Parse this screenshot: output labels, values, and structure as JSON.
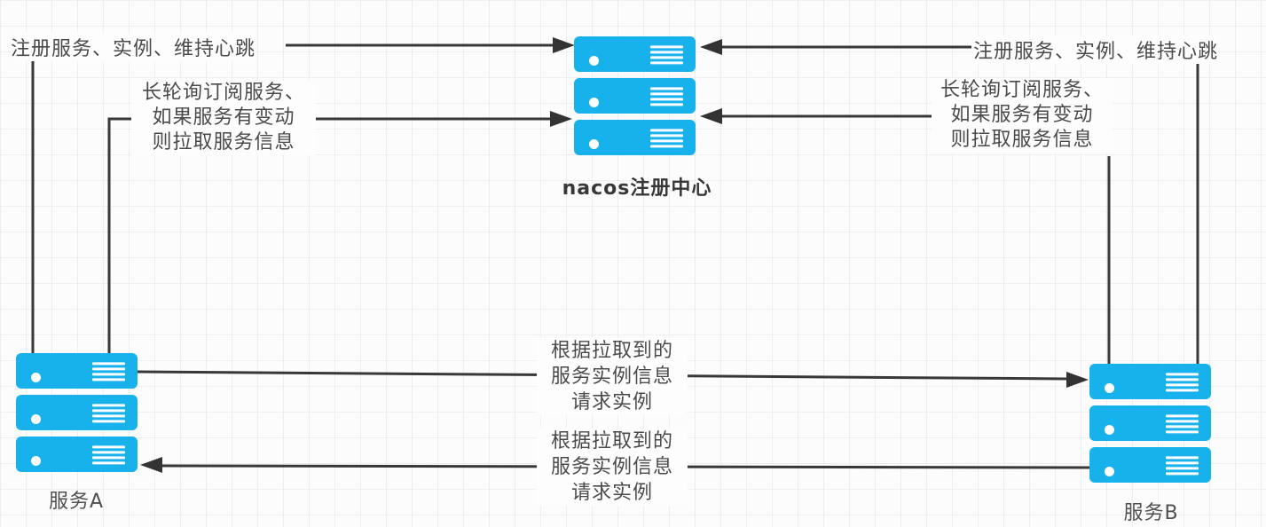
{
  "diagram": {
    "nodes": {
      "nacos": {
        "label": "nacos注册中心",
        "server_count": 3
      },
      "service_a": {
        "label": "服务A",
        "server_count": 3
      },
      "service_b": {
        "label": "服务B",
        "server_count": 3
      }
    },
    "edges": {
      "register_left": {
        "label": "注册服务、实例、维持心跳",
        "from": "服务A",
        "to": "nacos注册中心",
        "direction": "right"
      },
      "register_right": {
        "label": "注册服务、实例、维持心跳",
        "from": "服务B",
        "to": "nacos注册中心",
        "direction": "left"
      },
      "longpoll_left": {
        "lines": [
          "长轮询订阅服务、",
          "如果服务有变动",
          "则拉取服务信息"
        ],
        "from": "服务A",
        "to": "nacos注册中心"
      },
      "longpoll_right": {
        "lines": [
          "长轮询订阅服务、",
          "如果服务有变动",
          "则拉取服务信息"
        ],
        "from": "服务B",
        "to": "nacos注册中心"
      },
      "request_a_to_b": {
        "lines": [
          "根据拉取到的",
          "服务实例信息",
          "请求实例"
        ],
        "from": "服务A",
        "to": "服务B"
      },
      "request_b_to_a": {
        "lines": [
          "根据拉取到的",
          "服务实例信息",
          "请求实例"
        ],
        "from": "服务B",
        "to": "服务A"
      }
    },
    "colors": {
      "server_fill": "#17b2ec",
      "connector": "#383838",
      "label_text": "#4a4a4a",
      "canvas": "#fcfcfc",
      "grid_line": "#eeeef1"
    }
  }
}
